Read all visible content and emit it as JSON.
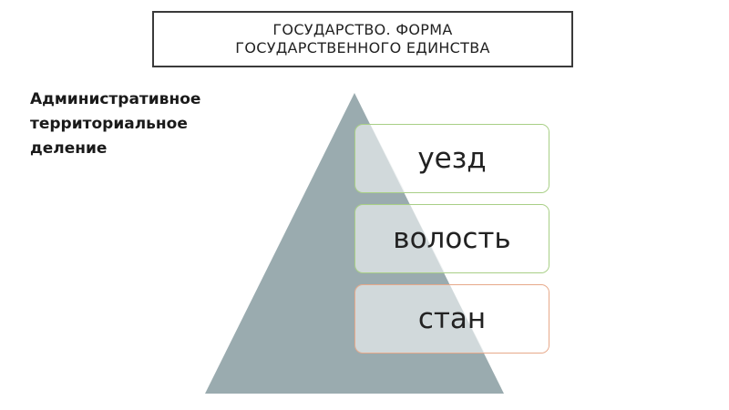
{
  "title": {
    "line1": "ГОСУДАРСТВО. ФОРМА",
    "line2": "ГОСУДАРСТВЕННОГО ЕДИНСТВА"
  },
  "side_label": {
    "line1": "Административное",
    "line2": "территориальное",
    "line3": "деление"
  },
  "levels": [
    {
      "label": "уезд",
      "border_color": "#a8cf86"
    },
    {
      "label": "волость",
      "border_color": "#a8cf86"
    },
    {
      "label": "стан",
      "border_color": "#e7a98a"
    }
  ],
  "colors": {
    "pyramid_fill": "#9aabaf",
    "background": "#ffffff",
    "text": "#222222"
  }
}
